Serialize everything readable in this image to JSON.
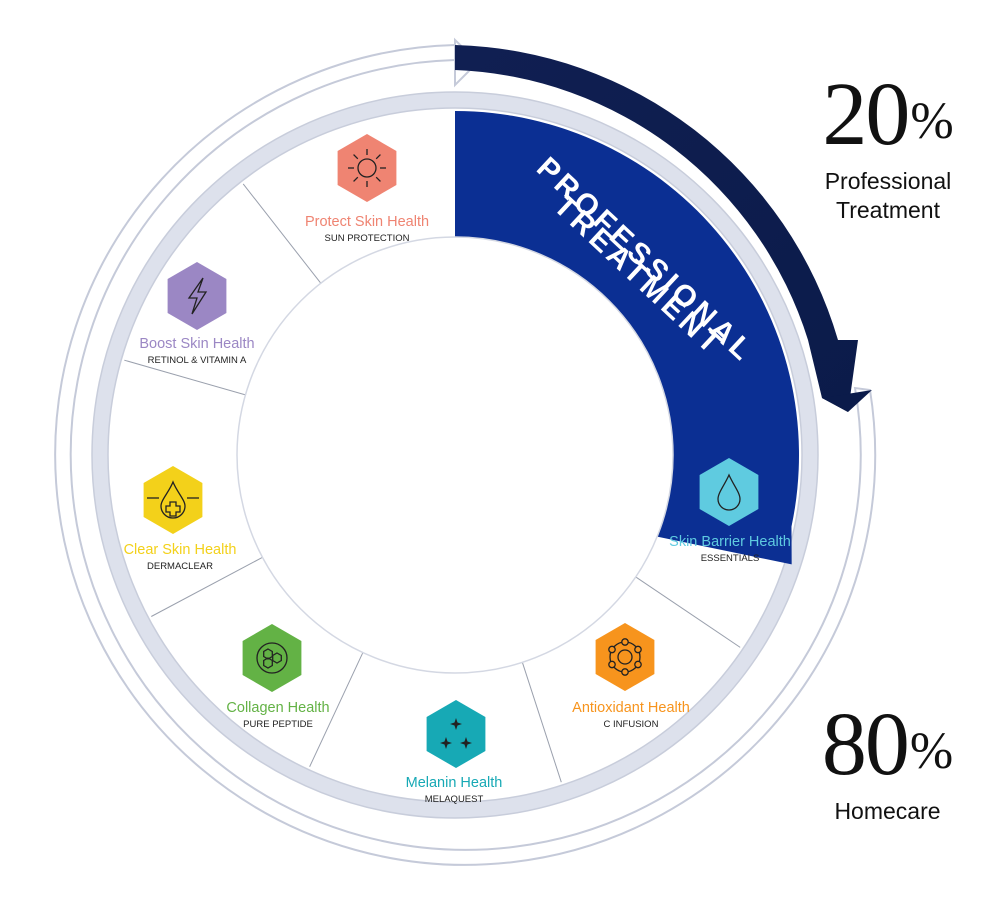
{
  "wheel_label": {
    "line1": "PROFESSIONAL",
    "line2": "TREATMENT"
  },
  "stats": [
    {
      "value": "20",
      "unit": "%",
      "label": "Professional\nTreatment"
    },
    {
      "value": "80",
      "unit": "%",
      "label": "Homecare"
    }
  ],
  "segments": [
    {
      "title": "Protect Skin Health",
      "subtitle": "SUN PROTECTION",
      "color": "#ef8472",
      "icon": "sun-icon"
    },
    {
      "title": "Boost Skin Health",
      "subtitle": "RETINOL & VITAMIN A",
      "color": "#9b87c4",
      "icon": "lightning-bolt-icon"
    },
    {
      "title": "Clear Skin Health",
      "subtitle": "DERMACLEAR",
      "color": "#f3d11a",
      "icon": "drop-plus-icon"
    },
    {
      "title": "Collagen Health",
      "subtitle": "PURE PEPTIDE",
      "color": "#63b245",
      "icon": "molecule-cycle-icon"
    },
    {
      "title": "Melanin Health",
      "subtitle": "MELAQUEST",
      "color": "#17a9b5",
      "icon": "sparkle-icon"
    },
    {
      "title": "Antioxidant Health",
      "subtitle": "C INFUSION",
      "color": "#f7941d",
      "icon": "molecule-ring-icon"
    },
    {
      "title": "Skin Barrier Health",
      "subtitle": "ESSENTIALS",
      "color": "#5fcbe0",
      "icon": "water-drop-icon"
    }
  ],
  "colors": {
    "professional_band": "#0b2f93",
    "arrow_dark": "#0b1b4a",
    "ring_track": "#e3e6ef",
    "ring_outline": "#b9bfd0"
  }
}
